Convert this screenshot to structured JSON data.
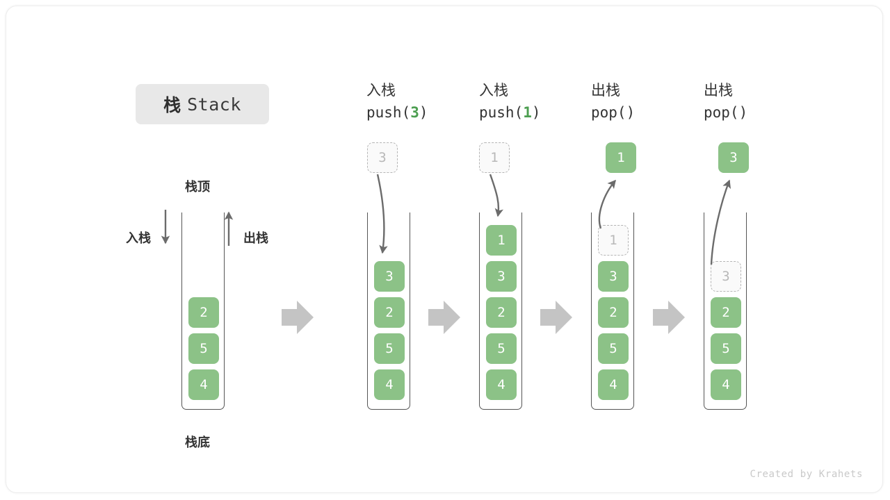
{
  "title": {
    "cn": "栈",
    "en": "Stack"
  },
  "labels": {
    "top": "栈顶",
    "bottom": "栈底",
    "push": "入栈",
    "pop": "出栈"
  },
  "colors": {
    "element_green": "#8cc287",
    "accent_green": "#4c9e50",
    "ghost_border": "#b4b4b4",
    "ghost_text": "#b8b8b8",
    "container_stroke": "#555555",
    "arrow_gray": "#c4c4c4",
    "badge_bg": "#e8e8e8"
  },
  "columns": [
    {
      "id": "initial",
      "header_cn": "",
      "header_code": "",
      "stack": [
        "2",
        "5",
        "4"
      ],
      "ghost_top": null,
      "float": null
    },
    {
      "id": "push-3",
      "header_cn": "入栈",
      "header_code_prefix": "push(",
      "header_code_value": "3",
      "header_code_suffix": ")",
      "stack": [
        "3",
        "2",
        "5",
        "4"
      ],
      "float": {
        "value": "3",
        "style": "ghost"
      }
    },
    {
      "id": "push-1",
      "header_cn": "入栈",
      "header_code_prefix": "push(",
      "header_code_value": "1",
      "header_code_suffix": ")",
      "stack": [
        "1",
        "3",
        "2",
        "5",
        "4"
      ],
      "float": {
        "value": "1",
        "style": "ghost"
      }
    },
    {
      "id": "pop-1",
      "header_cn": "出栈",
      "header_code_prefix": "pop(",
      "header_code_value": "",
      "header_code_suffix": ")",
      "stack": [
        "1",
        "3",
        "2",
        "5",
        "4"
      ],
      "ghost_index": 0,
      "float": {
        "value": "1",
        "style": "filled"
      }
    },
    {
      "id": "pop-3",
      "header_cn": "出栈",
      "header_code_prefix": "pop(",
      "header_code_value": "",
      "header_code_suffix": ")",
      "stack": [
        "3",
        "2",
        "5",
        "4"
      ],
      "ghost_index": 0,
      "float": {
        "value": "3",
        "style": "filled"
      }
    }
  ],
  "credit": "Created by Krahets"
}
